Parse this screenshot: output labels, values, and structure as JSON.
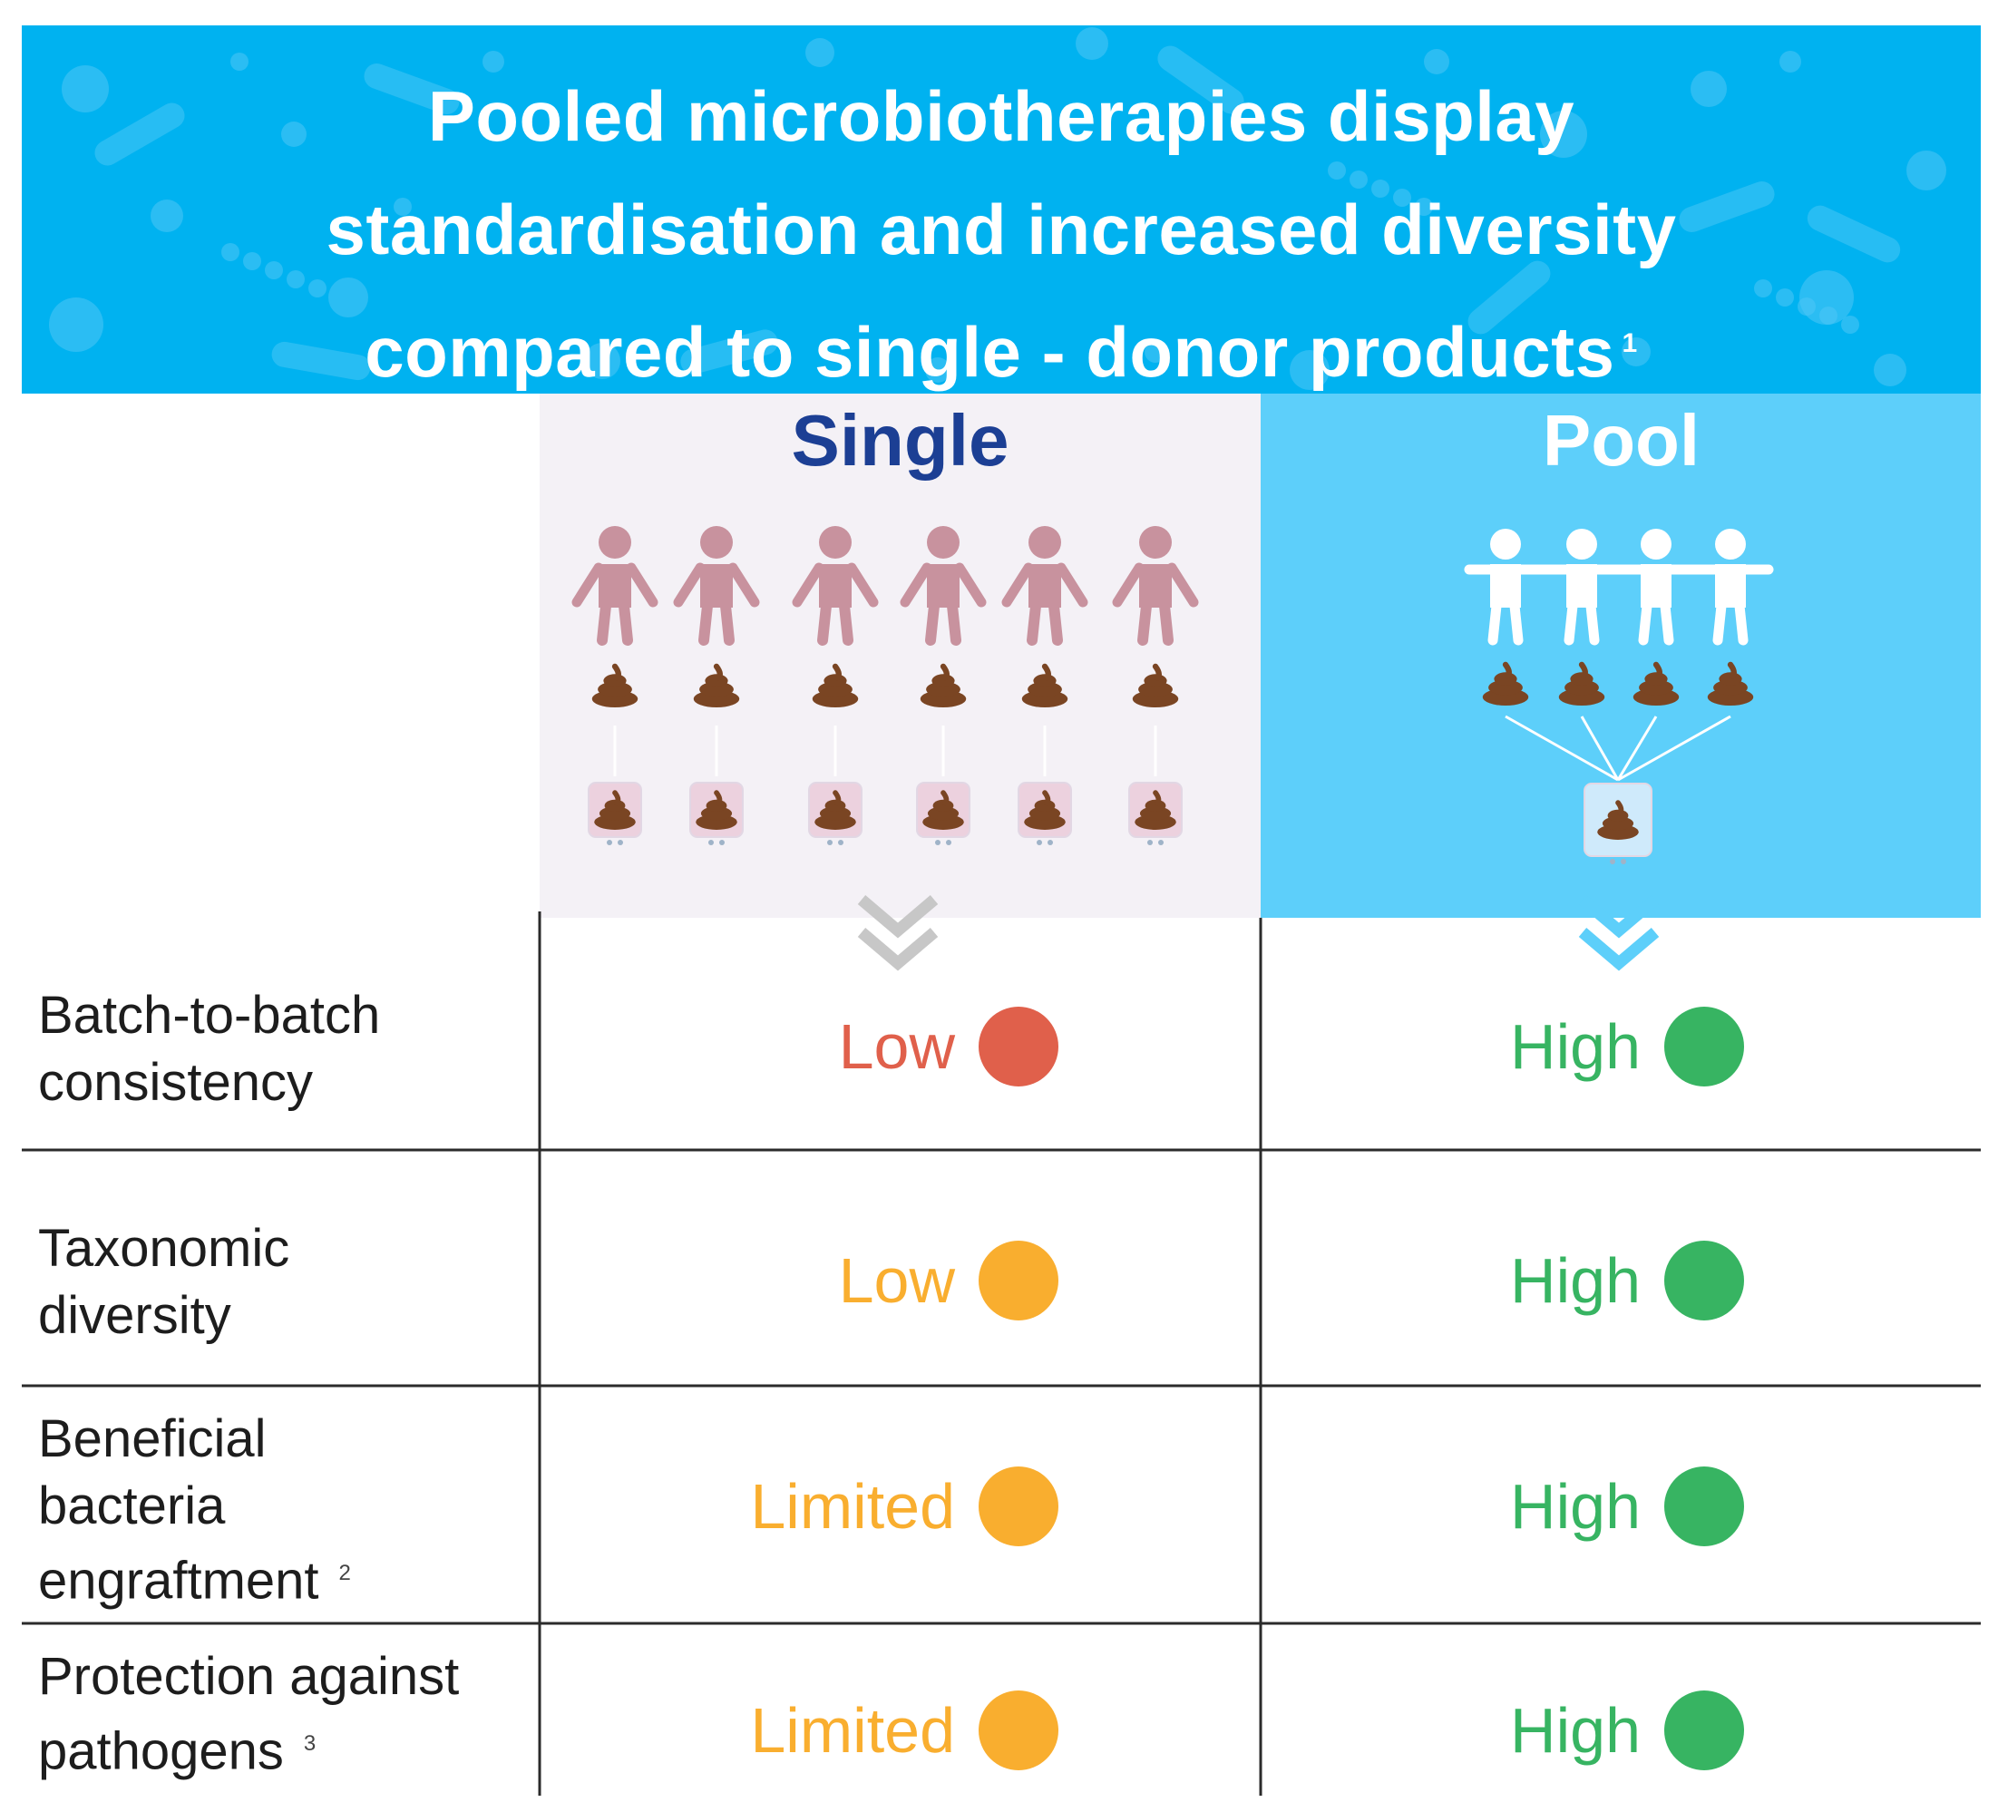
{
  "header": {
    "title_lines": [
      "Pooled microbiotherapies display",
      "standardisation and increased diversity",
      "compared to single - donor products"
    ],
    "title_ref": "1"
  },
  "columns": {
    "single": "Single",
    "pool": "Pool"
  },
  "illustration": {
    "single_donors": 6,
    "pool_donors": 4,
    "colors": {
      "single_person": "#c8929e",
      "pool_person": "#ffffff",
      "stool": "#7a4523",
      "single_bag": "#ecd1de",
      "pool_bag": "#cfeafb",
      "single_chevron": "#c7c7c7",
      "pool_chevron": "#5dcffa"
    },
    "icons": [
      "person-icon",
      "stool-icon",
      "bag-icon",
      "chevron-down-icon",
      "microbe-icon"
    ]
  },
  "rows": [
    {
      "label_lines": [
        "Batch-to-batch",
        "consistency"
      ],
      "ref": "",
      "single": {
        "text": "Low",
        "color": "#e0604b"
      },
      "pool": {
        "text": "High",
        "color": "#37b462"
      }
    },
    {
      "label_lines": [
        "Taxonomic",
        "diversity"
      ],
      "ref": "",
      "single": {
        "text": "Low",
        "color": "#f9ae2f"
      },
      "pool": {
        "text": "High",
        "color": "#37b462"
      }
    },
    {
      "label_lines": [
        "Beneficial",
        "bacteria",
        "engraftment"
      ],
      "ref": "2",
      "single": {
        "text": "Limited",
        "color": "#f9ae2f"
      },
      "pool": {
        "text": "High",
        "color": "#37b462"
      }
    },
    {
      "label_lines": [
        "Protection against",
        "pathogens"
      ],
      "ref": "3",
      "single": {
        "text": "Limited",
        "color": "#f9ae2f"
      },
      "pool": {
        "text": "High",
        "color": "#37b462"
      }
    }
  ]
}
